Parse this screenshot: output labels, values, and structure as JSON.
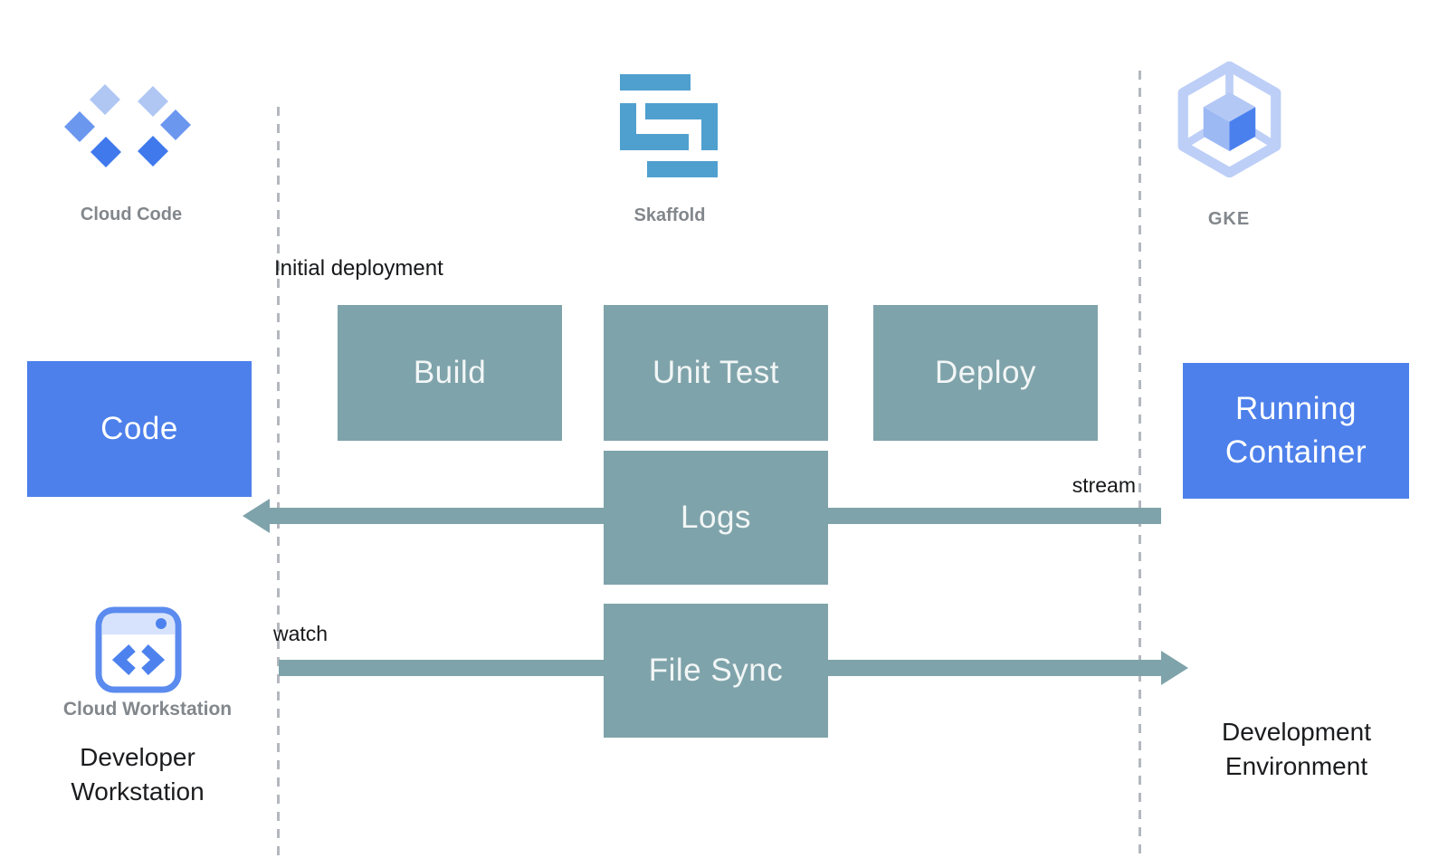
{
  "header_icons": {
    "cloud_code": {
      "label": "Cloud Code"
    },
    "skaffold": {
      "label": "Skaffold"
    },
    "gke": {
      "label": "GKE"
    }
  },
  "nodes": {
    "code": "Code",
    "build": "Build",
    "unit_test": "Unit Test",
    "deploy": "Deploy",
    "logs": "Logs",
    "file_sync": "File Sync",
    "running_container": "Running Container"
  },
  "annotations": {
    "initial_deployment": "Initial deployment",
    "stream": "stream",
    "watch": "watch"
  },
  "workstation": {
    "icon_label": "Cloud Workstation",
    "title": "Developer Workstation"
  },
  "environment": {
    "title": "Development Environment"
  },
  "colors": {
    "process_teal": "#7fa3aa",
    "accent_blue": "#4d80eb",
    "skaffold_blue": "#4fa0cf",
    "diamond_light": "#b0c7f4",
    "diamond_medium": "#6b97ef",
    "diamond_dark": "#4079ec",
    "gke_outline": "#bdcff7",
    "label_gray": "#82878c",
    "dashed_line": "#b4b8be"
  }
}
